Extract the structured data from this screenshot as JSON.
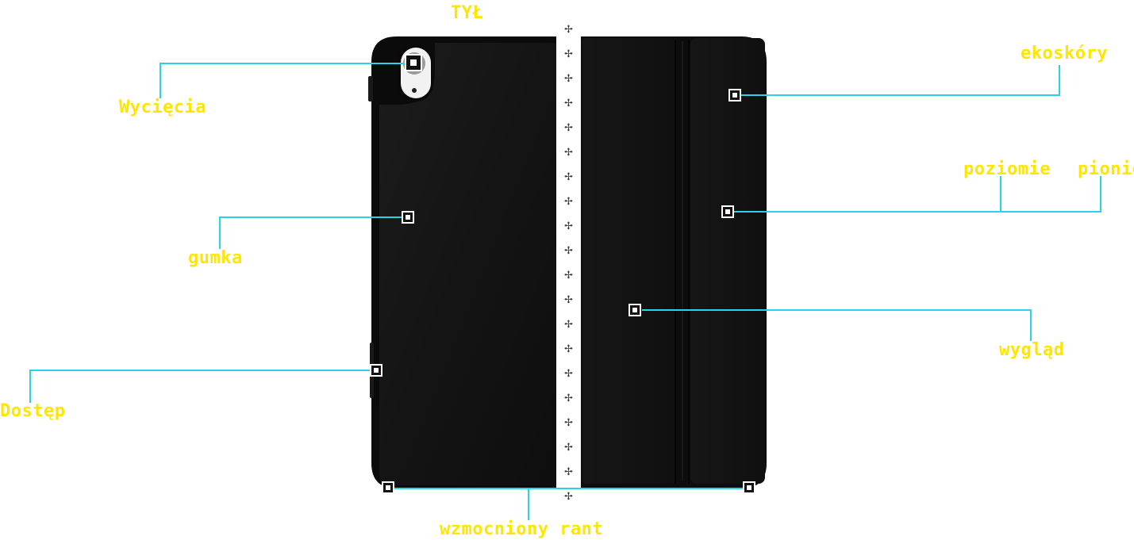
{
  "title": "TYŁ",
  "labels": {
    "wyciecia": "Wycięcia",
    "gumka": "gumka",
    "dostep": "Dostęp",
    "rant": "wzmocniony rant",
    "ekoskory": "ekoskóry",
    "poziomie": "poziomie",
    "pionie": "pionie",
    "wyglad": "wygląd"
  },
  "colors": {
    "label": "#ffe600",
    "leader": "#2ad4e8",
    "case": "#111111",
    "background": "#ffffff"
  }
}
